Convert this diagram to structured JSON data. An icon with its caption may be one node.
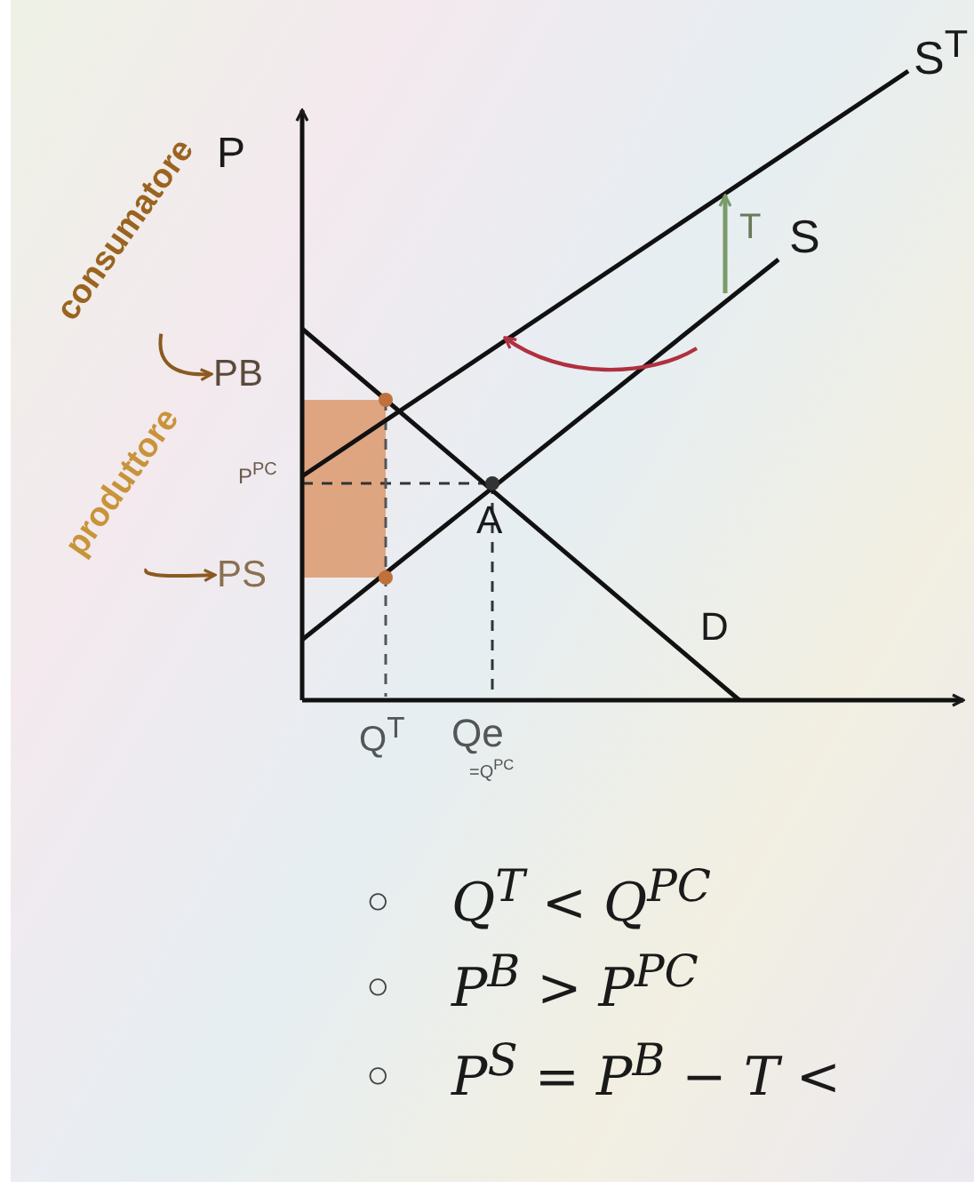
{
  "diagram": {
    "nodes": [
      {
        "text": [
          "consumatore"
        ]
      },
      {
        "text": [
          "PB"
        ]
      },
      {
        "text": [
          "produttore"
        ]
      },
      {
        "text": [
          "PS"
        ]
      }
    ],
    "edges": [
      {
        "from": 0,
        "to": 1,
        "arrow": "to"
      },
      {
        "from": 2,
        "to": 3,
        "arrow": "to"
      }
    ],
    "labels": [
      "P",
      "S$^{T}$",
      "T",
      "S",
      "P$^{PC}$",
      "A",
      "D",
      "Q$^{T}$",
      "Qe",
      "=Q$^{PC}$",
      "○",
      "Q$^{T}$ < Q$^{PC}$",
      "○",
      "P$^{B}$ > P$^{PC}$",
      "○",
      "P$^{S}$ = P$^{B}$ − T <"
    ]
  }
}
